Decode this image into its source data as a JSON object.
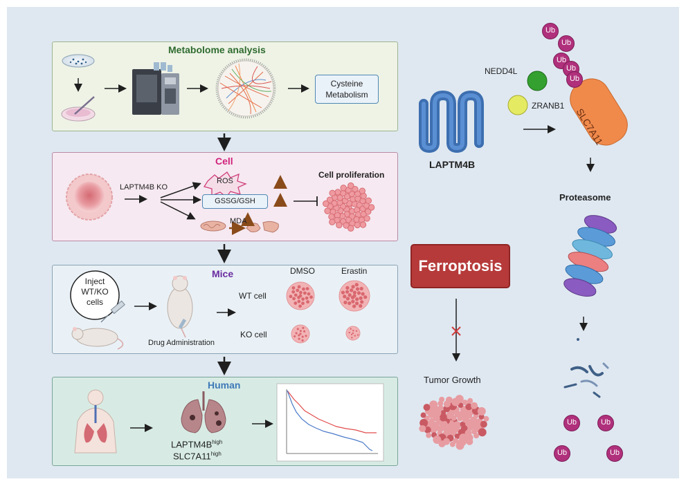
{
  "metabolome": {
    "title": "Metabolome analysis",
    "result_box": "Cysteine Metabolism"
  },
  "cell": {
    "title": "Cell",
    "ko_label": "LAPTM4B KO",
    "ros_label": "ROS",
    "gssg_label": "GSSG/GSH",
    "mda_label": "MDA",
    "proliferation_label": "Cell proliferation"
  },
  "mice": {
    "title": "Mice",
    "inject_label": "Inject WT/KO cells",
    "drug_label": "Drug Administration",
    "col_dmso": "DMSO",
    "col_erastin": "Erastin",
    "row_wt": "WT cell",
    "row_ko": "KO cell"
  },
  "human": {
    "title": "Human",
    "gene1": "LAPTM4B",
    "gene1_sup": "high",
    "gene2": "SLC7A11",
    "gene2_sup": "high"
  },
  "mechanism": {
    "protein_label": "LAPTM4B",
    "ligase1": "NEDD4L",
    "ligase2": "ZRANB1",
    "transporter": "SLC7A11",
    "ubiquitin": "Ub",
    "proteasome_label": "Proteasome",
    "ferroptosis_label": "Ferroptosis",
    "tumor_label": "Tumor Growth"
  },
  "colors": {
    "ubiquitin": "#b0307c",
    "transporter": "#f08a4b",
    "ferroptosis": "#b63a3a",
    "laptm4b": "#3d6fb0",
    "nedd4l": "#34a02f",
    "zranb1": "#e4ea62"
  }
}
